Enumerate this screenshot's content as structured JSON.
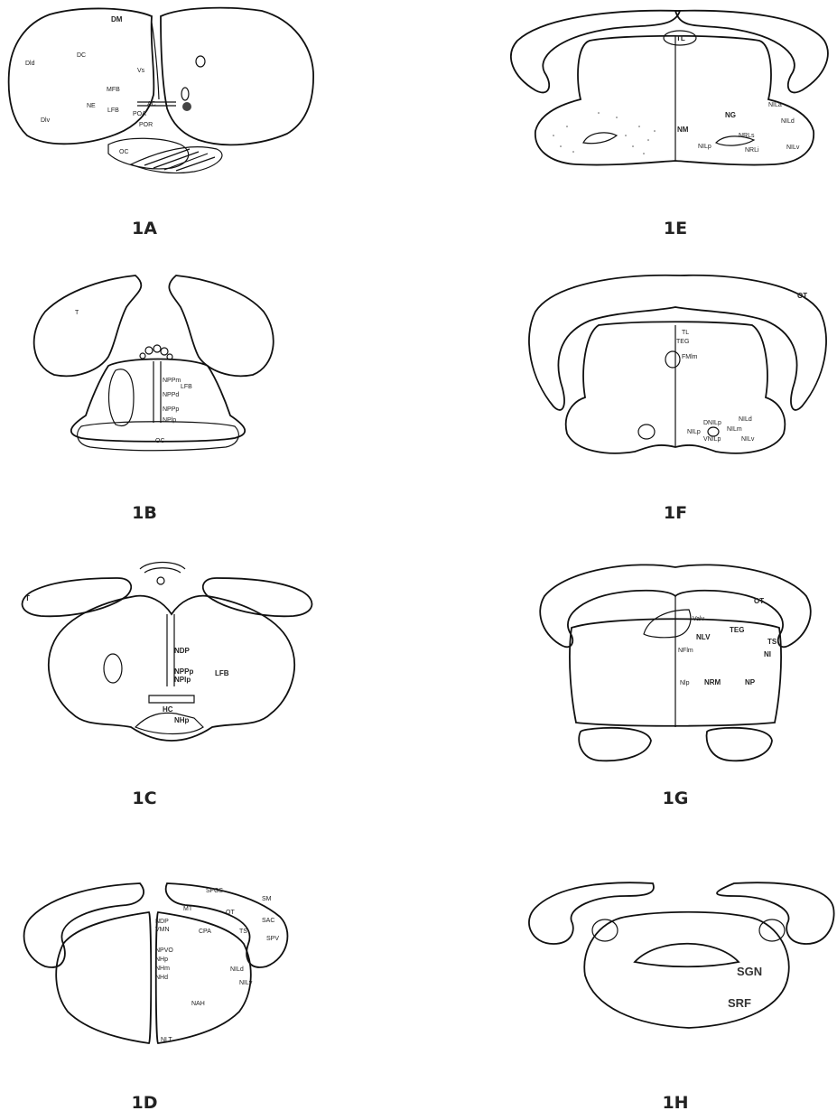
{
  "panels": {
    "p1A": {
      "caption": "1A",
      "labels": {
        "DM": "DM",
        "Dld": "Dld",
        "DC": "DC",
        "Vs": "Vs",
        "MFB": "MFB",
        "NE": "NE",
        "LFB": "LFB",
        "Dlv": "Dlv",
        "AC": "AC",
        "POA": "POA",
        "POR": "POR",
        "OC": "OC"
      }
    },
    "p1B": {
      "caption": "1B",
      "labels": {
        "T": "T",
        "NPPm": "NPPm",
        "LFB": "LFB",
        "NPPd": "NPPd",
        "NPPp": "NPPp",
        "NPlp": "NPlp",
        "OC": "OC"
      }
    },
    "p1C": {
      "caption": "1C",
      "labels": {
        "T": "T",
        "NDP": "NDP",
        "NPPp": "NPPp",
        "NPlp": "NPlp",
        "LFB": "LFB",
        "HC": "HC",
        "NHp": "NHp"
      }
    },
    "p1D": {
      "caption": "1D",
      "labels": {
        "SFGS": "SFGS",
        "SM": "SM",
        "MT": "MT",
        "OT": "OT",
        "SAC": "SAC",
        "NDP": "NDP",
        "VMN": "VMN",
        "CPA": "CPA",
        "TS": "TS",
        "SPV": "SPV",
        "NPVO": "NPVO",
        "NHp": "NHp",
        "NHm": "NHm",
        "NHd": "NHd",
        "NILd": "NILd",
        "NILv": "NILv",
        "NAH": "NAH",
        "NLT": "NLT"
      }
    },
    "p1E": {
      "caption": "1E",
      "labels": {
        "TL": "TL",
        "NILa": "NILa",
        "NG": "NG",
        "NILd": "NILd",
        "NM": "NM",
        "NRLs": "NRLs",
        "NILp": "NILp",
        "NRLi": "NRLi",
        "NILv": "NILv"
      }
    },
    "p1F": {
      "caption": "1F",
      "labels": {
        "OT": "OT",
        "TL": "TL",
        "TEG": "TEG",
        "FMlm": "FMlm",
        "NILd": "NILd",
        "DNILp": "DNILp",
        "NILm": "NILm",
        "NILp": "NILp",
        "VNILp": "VNILp",
        "NILv": "NILv"
      }
    },
    "p1G": {
      "caption": "1G",
      "labels": {
        "OT": "OT",
        "Valv": "Valv",
        "TEG": "TEG",
        "NLV": "NLV",
        "TS": "TS",
        "NFlm": "NFlm",
        "NI": "NI",
        "Nlp": "Nlp",
        "NRM": "NRM",
        "NP": "NP"
      }
    },
    "p1H": {
      "caption": "1H",
      "labels": {
        "SGN": "SGN",
        "SRF": "SRF"
      }
    }
  }
}
